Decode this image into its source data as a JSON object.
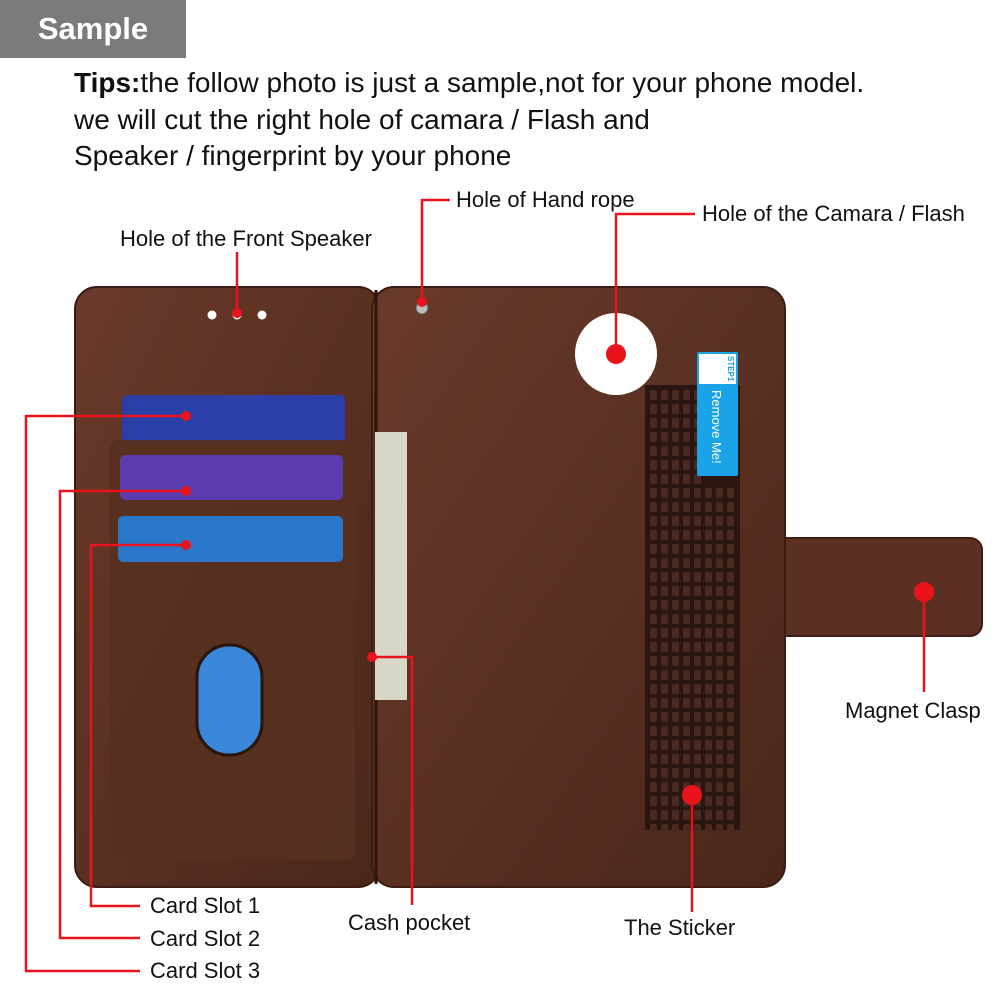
{
  "badge": "Sample",
  "tips": {
    "prefix": "Tips:",
    "line1": "the follow photo is just a sample,not for your phone model.",
    "line2": "we will cut the right hole of camara / Flash and",
    "line3": "Speaker / fingerprint by your phone"
  },
  "callouts": {
    "front_speaker": "Hole of the Front Speaker",
    "hand_rope": "Hole of Hand rope",
    "camera": "Hole of the Camara / Flash",
    "magnet": "Magnet Clasp",
    "sticker": "The Sticker",
    "cash": "Cash pocket",
    "card1": "Card Slot 1",
    "card2": "Card Slot 2",
    "card3": "Card Slot 3"
  },
  "sticker_label": {
    "step": "STEP1",
    "text": "Remove Me!"
  },
  "colors": {
    "leather": "#5a2e20",
    "callout": "#e8131b",
    "badge": "#7b7b7b"
  }
}
